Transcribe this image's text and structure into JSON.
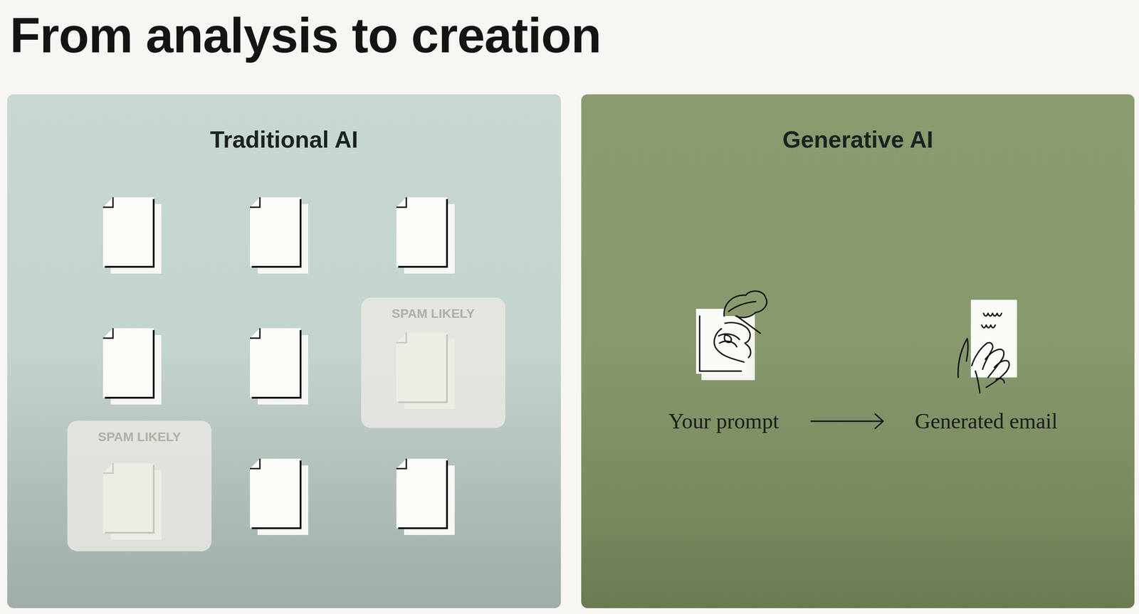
{
  "diagram": {
    "title": "From analysis to creation",
    "nodes": [
      {
        "text": [
          "Traditional AI"
        ]
      },
      {
        "text": [
          "SPAM LIKELY"
        ],
        "in": 0
      },
      {
        "text": [
          "SPAM LIKELY"
        ],
        "in": 0
      },
      {
        "text": [
          "Generative AI"
        ]
      },
      {
        "text": [
          "Your prompt"
        ],
        "in": 3
      },
      {
        "text": [
          "Generated email"
        ],
        "in": 3
      }
    ],
    "edges": [
      {
        "from": 4,
        "to": 5,
        "arrow": "to"
      }
    ]
  }
}
